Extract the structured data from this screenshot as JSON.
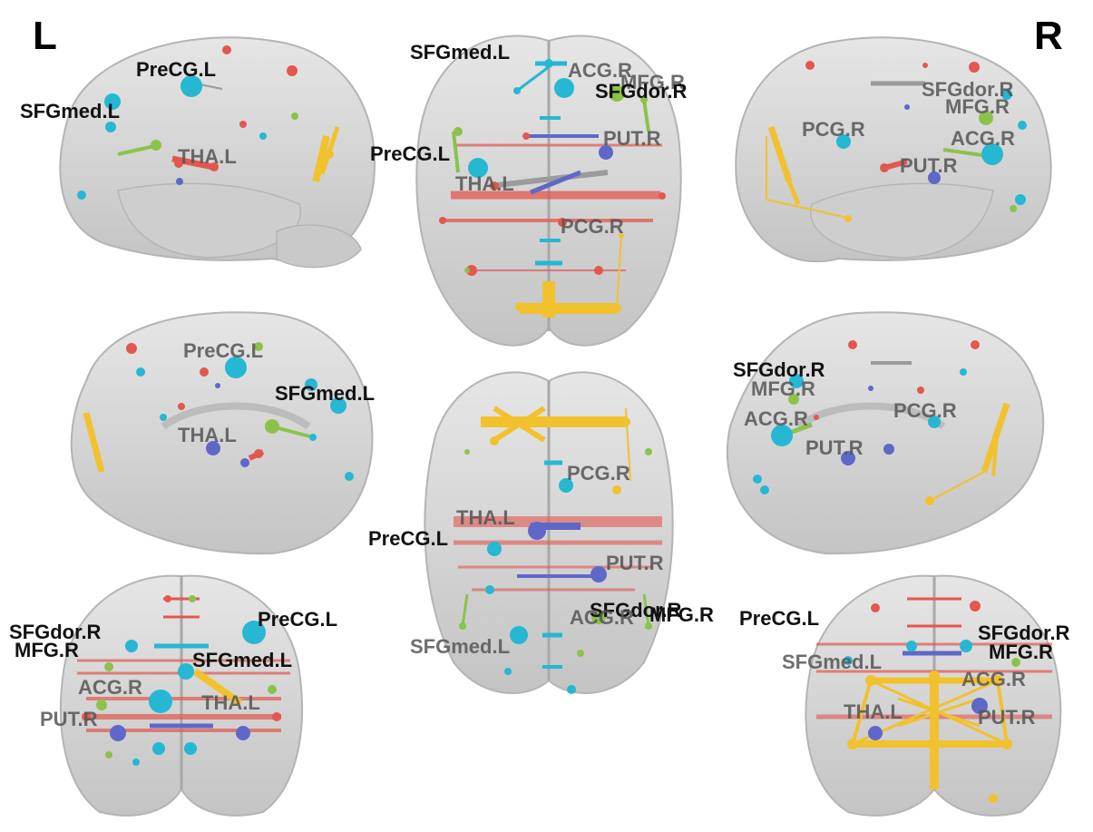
{
  "hemispheres": {
    "left": "L",
    "right": "R"
  },
  "colors": {
    "cyan": "#26b7d3",
    "red": "#e3574e",
    "green": "#8bc34a",
    "blue": "#5f68c9",
    "yellow": "#f2c12e",
    "brain": "#d4d4d4"
  },
  "views": [
    {
      "id": "lateral-left",
      "labels": [
        "SFGmed.L",
        "PreCG.L",
        "THA.L"
      ]
    },
    {
      "id": "dorsal",
      "labels": [
        "SFGmed.L",
        "ACG.R",
        "MFG.R",
        "SFGdor.R",
        "PUT.R",
        "PreCG.L",
        "THA.L",
        "PCG.R"
      ]
    },
    {
      "id": "lateral-right",
      "labels": [
        "SFGdor.R",
        "MFG.R",
        "PCG.R",
        "ACG.R",
        "PUT.R"
      ]
    },
    {
      "id": "medial-left",
      "labels": [
        "PreCG.L",
        "SFGmed.L",
        "THA.L"
      ]
    },
    {
      "id": "ventral",
      "labels": [
        "PCG.R",
        "THA.L",
        "PreCG.L",
        "PUT.R",
        "SFGdor.R",
        "MFG.R",
        "ACG.R",
        "SFGmed.L"
      ]
    },
    {
      "id": "medial-right",
      "labels": [
        "SFGdor.R",
        "MFG.R",
        "PCG.R",
        "ACG.R",
        "PUT.R"
      ]
    },
    {
      "id": "anterior",
      "labels": [
        "SFGdor.R",
        "PreCG.L",
        "MFG.R",
        "SFGmed.L",
        "ACG.R",
        "PUT.R",
        "THA.L"
      ]
    },
    {
      "id": "posterior",
      "labels": [
        "PreCG.L",
        "SFGdor.R",
        "MFG.R",
        "SFGmed.L",
        "ACG.R",
        "THA.L",
        "PUT.R"
      ]
    }
  ]
}
